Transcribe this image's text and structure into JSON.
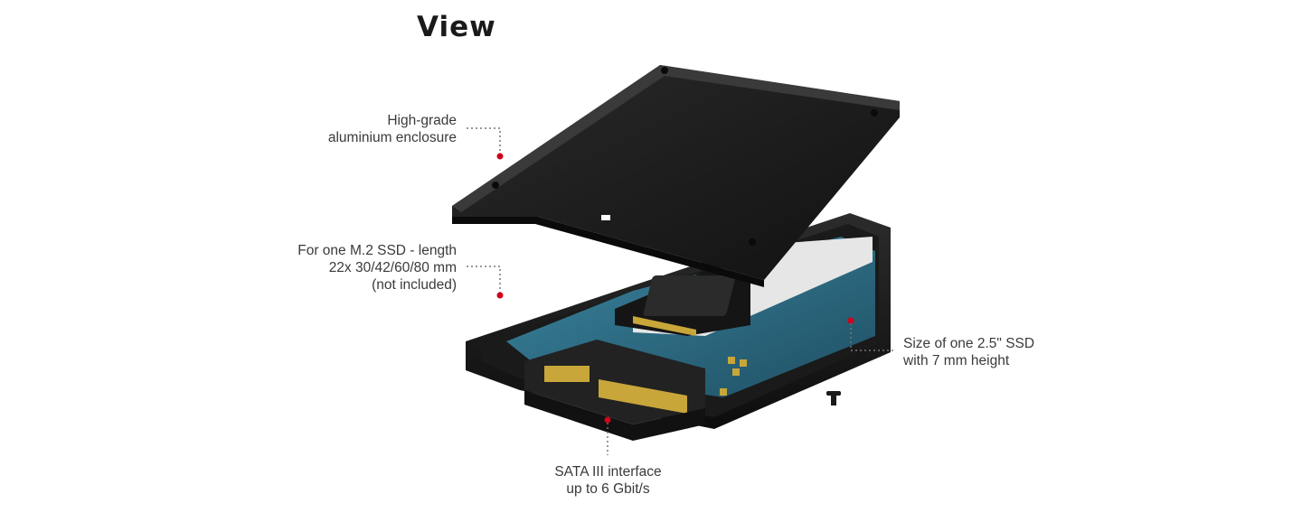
{
  "heading": "View",
  "callouts": {
    "enclosure": [
      "High-grade",
      "aluminium enclosure"
    ],
    "m2": [
      "For one M.2 SSD - length",
      "22x 30/42/60/80 mm",
      "(not included)"
    ],
    "size": [
      "Size of one 2.5\" SSD",
      "with 7 mm height"
    ],
    "sata": [
      "SATA III interface",
      "up to 6 Gbit/s"
    ]
  },
  "colors": {
    "marker": "#d0021b",
    "enclosure": "#1c1c1c",
    "pcb": "#2f6e86",
    "leader": "#777777"
  }
}
